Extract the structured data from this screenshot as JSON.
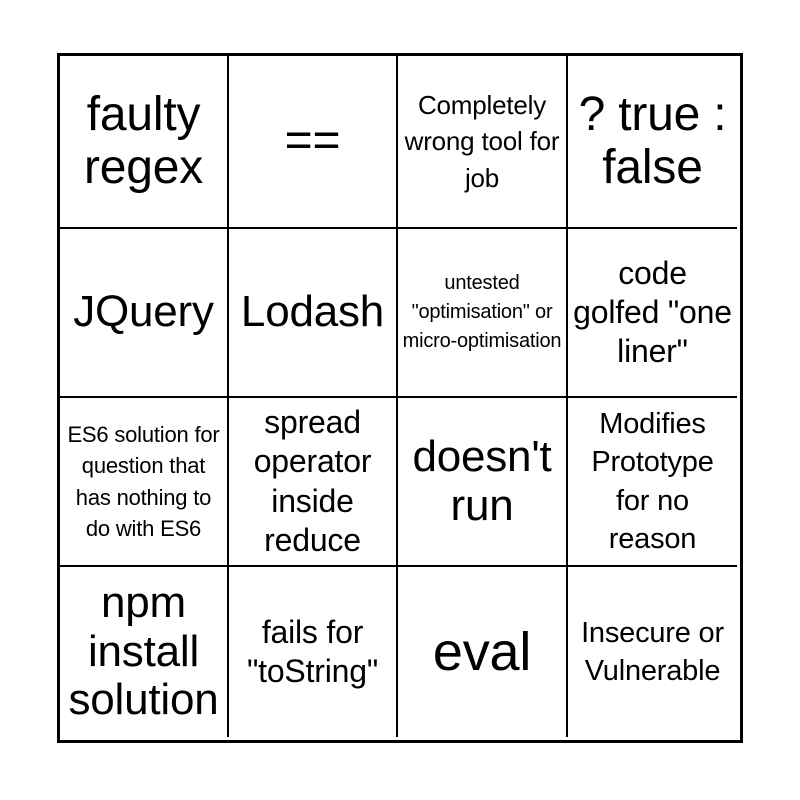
{
  "card": {
    "type": "bingo-card",
    "grid": {
      "columns": 4,
      "rows": 4
    },
    "colors": {
      "background": "#ffffff",
      "text": "#000000",
      "border": "#000000"
    },
    "cells": [
      {
        "id": "r1c1",
        "text": "faulty regex",
        "size": "fs-xl"
      },
      {
        "id": "r1c2",
        "text": "==",
        "size": "fs-xl"
      },
      {
        "id": "r1c3",
        "text": "Completely wrong tool for job",
        "size": "fs-s"
      },
      {
        "id": "r1c4",
        "text": "? true : false",
        "size": "fs-xl"
      },
      {
        "id": "r2c1",
        "text": "JQuery",
        "size": "fs-l"
      },
      {
        "id": "r2c2",
        "text": "Lodash",
        "size": "fs-l"
      },
      {
        "id": "r2c3",
        "text": "untested \"optimisation\" or micro-optimisation",
        "size": "fs-xxs"
      },
      {
        "id": "r2c4",
        "text": "code golfed \"one liner\"",
        "size": "fs-m"
      },
      {
        "id": "r3c1",
        "text": "ES6 solution for question that has nothing to do with ES6",
        "size": "fs-xs"
      },
      {
        "id": "r3c2",
        "text": "spread operator inside reduce",
        "size": "fs-m"
      },
      {
        "id": "r3c3",
        "text": "doesn't run",
        "size": "fs-l"
      },
      {
        "id": "r3c4",
        "text": "Modifies Prototype for no reason",
        "size": "fs-sm"
      },
      {
        "id": "r4c1",
        "text": "npm install solution",
        "size": "fs-l"
      },
      {
        "id": "r4c2",
        "text": "fails for \"toString\"",
        "size": "fs-m"
      },
      {
        "id": "r4c3",
        "text": "eval",
        "size": "fs-xxl"
      },
      {
        "id": "r4c4",
        "text": "Insecure or Vulnerable",
        "size": "fs-sm"
      }
    ]
  }
}
